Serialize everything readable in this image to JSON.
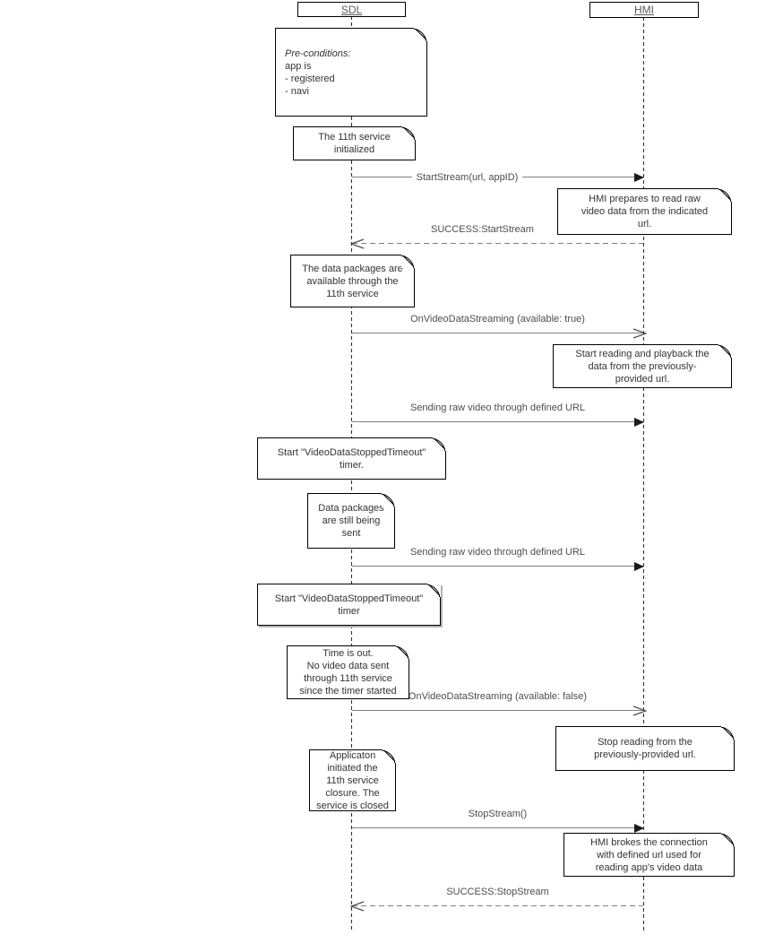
{
  "diagram": {
    "actors": [
      {
        "label": "SDL"
      },
      {
        "label": "HMI"
      }
    ],
    "notes": [
      {
        "title": "Pre-conditions:",
        "body": "app is\n- registered\n- navi"
      },
      {
        "text": "The 11th service\ninitialized"
      },
      {
        "text": "HMI prepares to read raw\nvideo data from the indicated\nurl."
      },
      {
        "text": "The data packages are\navailable through the\n11th service"
      },
      {
        "text": "Start reading and playback the\ndata from the previously-\nprovided url."
      },
      {
        "text": "Start \"VideoDataStoppedTimeout\"\ntimer."
      },
      {
        "text": "Data packages\nare still being\nsent"
      },
      {
        "text": "Start \"VideoDataStoppedTimeout\"\ntimer"
      },
      {
        "text": "Time is out.\nNo video data sent\nthrough 11th service\nsince the timer started"
      },
      {
        "text": "Stop reading from the\npreviously-provided url."
      },
      {
        "text": "Applicaton\ninitiated the\n11th service\nclosure. The\nservice is closed"
      },
      {
        "text": "HMI brokes the connection\nwith defined url used for\nreading app's video data"
      }
    ],
    "messages": [
      {
        "label": "StartStream(url, appID)"
      },
      {
        "label": "SUCCESS:StartStream"
      },
      {
        "label": "OnVideoDataStreaming (available: true)"
      },
      {
        "label": "Sending raw video through defined URL"
      },
      {
        "label": "Sending raw video through defined URL"
      },
      {
        "label": "OnVideoDataStreaming (available: false)"
      },
      {
        "label": "StopStream()"
      },
      {
        "label": "SUCCESS:StopStream"
      }
    ],
    "colors": {
      "line": "#808080",
      "arrowhead": "#1a1a1a",
      "text": "#4d4d4d",
      "note_border": "#000000",
      "background": "#ffffff"
    }
  }
}
